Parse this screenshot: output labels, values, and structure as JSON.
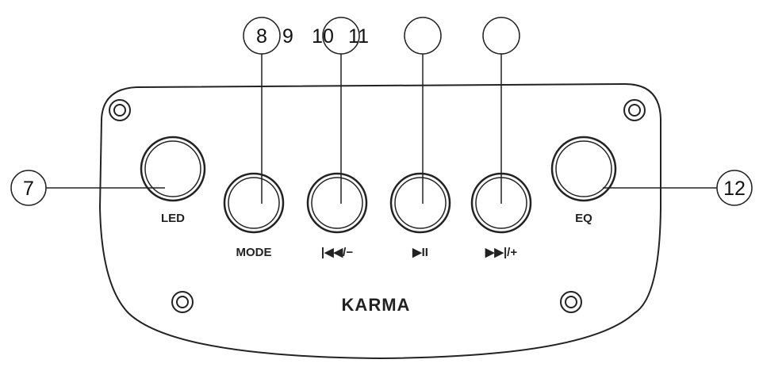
{
  "callouts": {
    "left": "7",
    "right": "12",
    "top": [
      "8",
      "9",
      "10",
      "11"
    ]
  },
  "labels": {
    "led": "LED",
    "mode": "MODE",
    "prev_vol": "|◀◀/−",
    "play_pause": "▶II",
    "next_vol": "▶▶|/+",
    "eq": "EQ"
  },
  "brand": "KARMA"
}
